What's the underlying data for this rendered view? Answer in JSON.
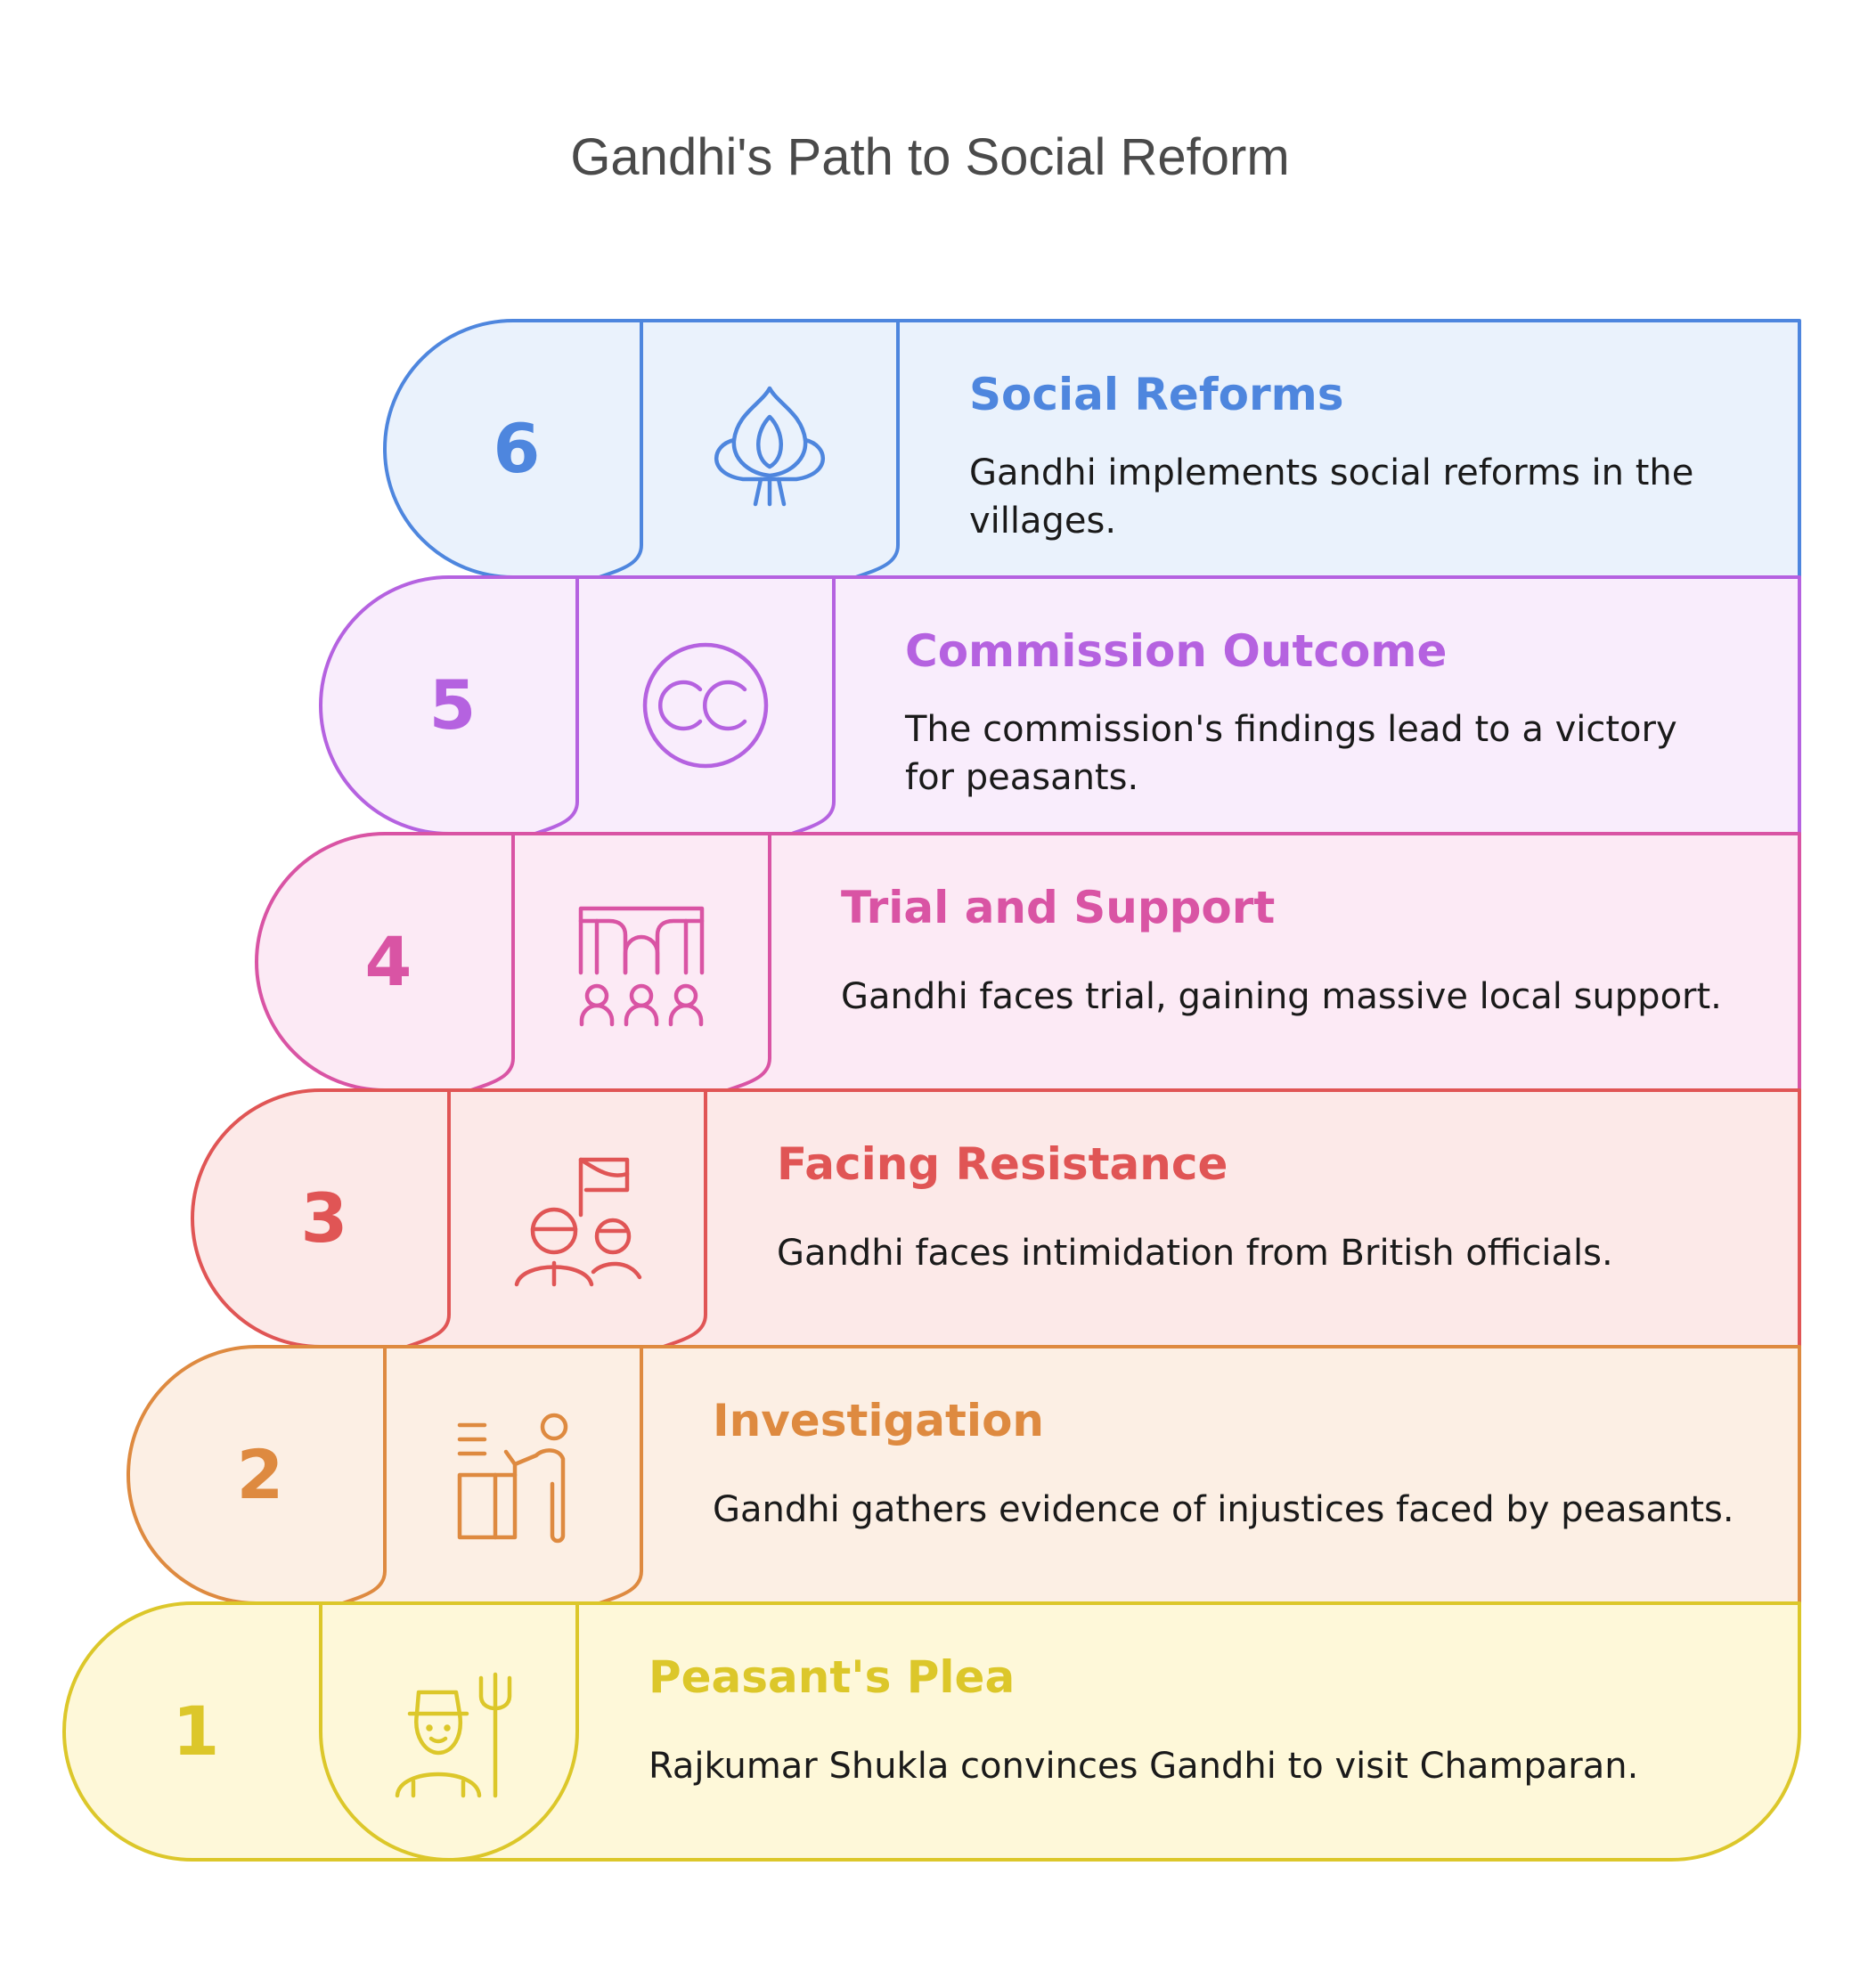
{
  "title": "Gandhi's Path to Social Reform",
  "steps": [
    {
      "number": "1",
      "title": "Peasant's Plea",
      "description": [
        "Rajkumar Shukla convinces Gandhi to visit Champaran."
      ],
      "icon": "farmer-with-pitchfork-icon",
      "color": "#DCC72A",
      "fill": "#FEF8D9"
    },
    {
      "number": "2",
      "title": "Investigation",
      "description": [
        "Gandhi gathers evidence of injustices faced by peasants."
      ],
      "icon": "person-at-desk-icon",
      "color": "#DE8A40",
      "fill": "#FCEFE4"
    },
    {
      "number": "3",
      "title": "Facing Resistance",
      "description": [
        "Gandhi faces intimidation from British officials."
      ],
      "icon": "people-with-flag-icon",
      "color": "#E05555",
      "fill": "#FCE9E8"
    },
    {
      "number": "4",
      "title": "Trial and Support",
      "description": [
        "Gandhi faces trial, gaining massive local support."
      ],
      "icon": "courtroom-audience-icon",
      "color": "#D954A4",
      "fill": "#FCEAF5"
    },
    {
      "number": "5",
      "title": "Commission Outcome",
      "description": [
        "The commission's findings lead to a victory",
        "for peasants."
      ],
      "icon": "cc-circle-icon",
      "color": "#B562E0",
      "fill": "#F9EDFC"
    },
    {
      "number": "6",
      "title": "Social Reforms",
      "description": [
        "Gandhi implements social reforms in the",
        "villages."
      ],
      "icon": "lotus-bulb-icon",
      "color": "#4E86DE",
      "fill": "#EAF2FC"
    }
  ]
}
